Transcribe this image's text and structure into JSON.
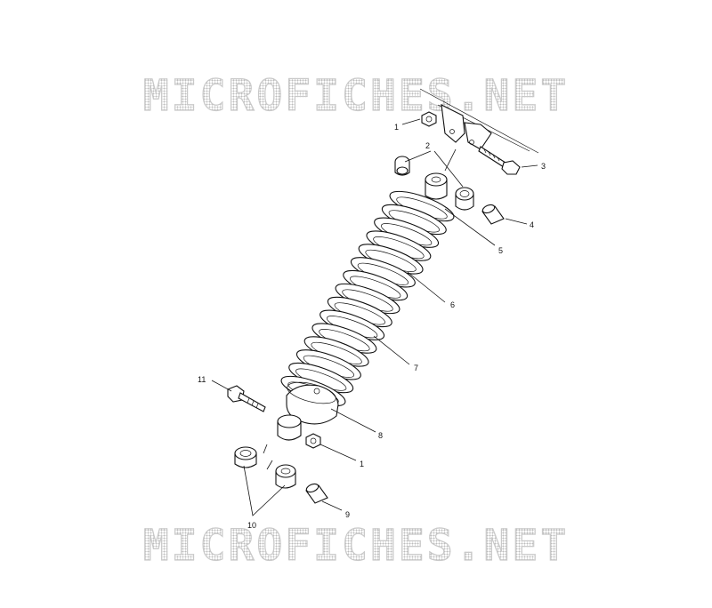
{
  "watermarks": {
    "top": "MICROFICHES.NET",
    "bottom": "MICROFICHES.NET"
  },
  "callouts": [
    {
      "id": "c1a",
      "label": "1"
    },
    {
      "id": "c2",
      "label": "2"
    },
    {
      "id": "c3",
      "label": "3"
    },
    {
      "id": "c4",
      "label": "4"
    },
    {
      "id": "c5",
      "label": "5"
    },
    {
      "id": "c6",
      "label": "6"
    },
    {
      "id": "c7",
      "label": "7"
    },
    {
      "id": "c8",
      "label": "8"
    },
    {
      "id": "c1b",
      "label": "1"
    },
    {
      "id": "c9",
      "label": "9"
    },
    {
      "id": "c10",
      "label": "10"
    },
    {
      "id": "c11",
      "label": "11"
    }
  ]
}
